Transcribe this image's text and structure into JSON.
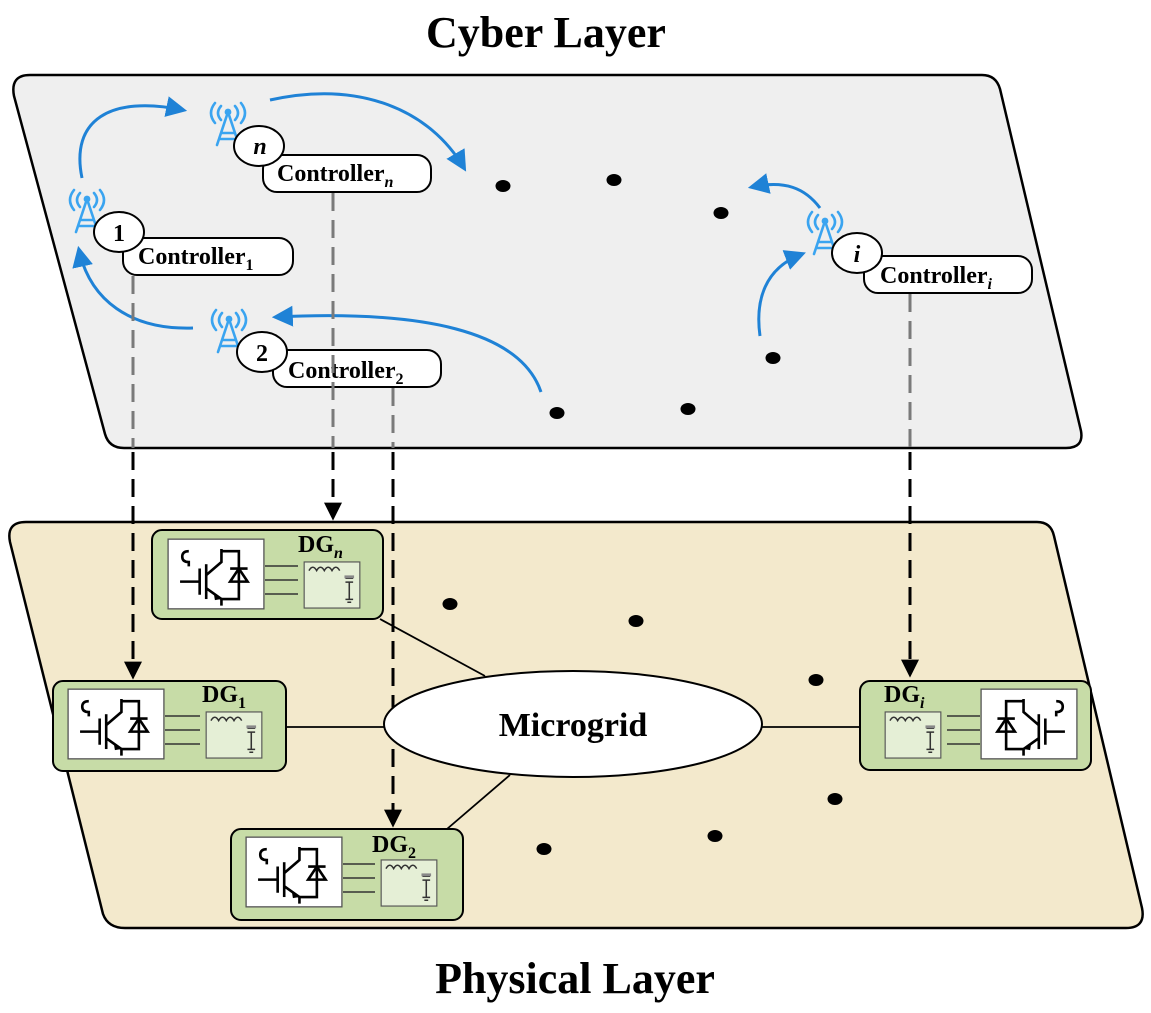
{
  "titles": {
    "cyber": "Cyber Layer",
    "physical": "Physical Layer"
  },
  "controllers": [
    {
      "id": "ctrl-1",
      "node": "1",
      "base": "Controller",
      "sub": "1"
    },
    {
      "id": "ctrl-n",
      "node": "n",
      "base": "Controller",
      "sub": "n"
    },
    {
      "id": "ctrl-2",
      "node": "2",
      "base": "Controller",
      "sub": "2"
    },
    {
      "id": "ctrl-i",
      "node": "i",
      "base": "Controller",
      "sub": "i"
    }
  ],
  "dgs": [
    {
      "id": "dg-n",
      "base": "DG",
      "sub": "n"
    },
    {
      "id": "dg-1",
      "base": "DG",
      "sub": "1"
    },
    {
      "id": "dg-2",
      "base": "DG",
      "sub": "2"
    },
    {
      "id": "dg-i",
      "base": "DG",
      "sub": "i"
    }
  ],
  "microgrid": "Microgrid",
  "colors": {
    "cyber_fill": "#efefef",
    "physical_fill": "#f3e9cc",
    "dg_fill": "#c7dca7",
    "dg_inner": "#e5efd6",
    "arrow_blue": "#1f82d6",
    "antenna_blue": "#3aa4f0",
    "dash_gray": "#7a7a7a",
    "dash_black": "#000000"
  },
  "icons": [
    "antenna-icon",
    "igbt-converter-icon",
    "lc-filter-icon"
  ]
}
